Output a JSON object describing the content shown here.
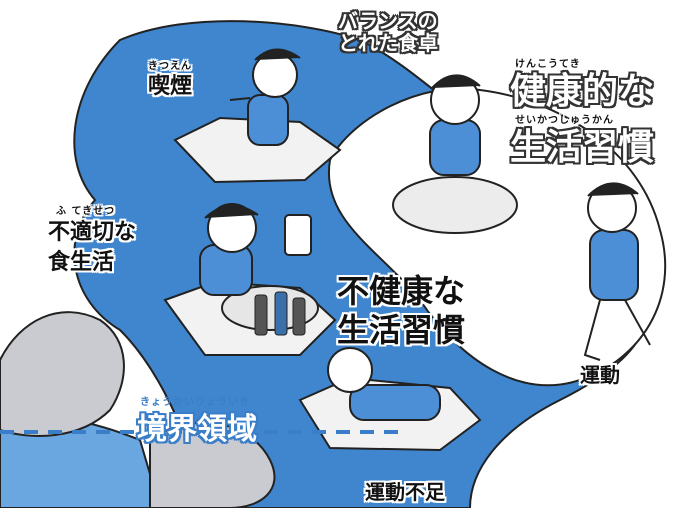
{
  "labels": {
    "balanced_table": "バランスの\nとれた食卓",
    "smoking_ruby": "きつえん",
    "smoking": "喫煙",
    "healthy_ruby": "けんこうてき",
    "healthy": "健康的な",
    "lifestyle_ruby": "せいかつしゅうかん",
    "lifestyle": "生活習慣",
    "bad_diet_ruby": "ふ てきせつ",
    "bad_diet_line1": "不適切な",
    "bad_diet_line2": "食生活",
    "unhealthy_line1": "不健康な",
    "unhealthy_line2": "生活習慣",
    "exercise": "運動",
    "boundary_ruby": "きょうかいりょういき",
    "boundary": "境界領域",
    "lack_of_exercise": "運動不足"
  },
  "colors": {
    "river": "#3f86cf",
    "river_shadow": "#2f6fb3",
    "shirt": "#4d8fd6",
    "rock": "#c9cbd0",
    "ice": "#f2f2f2",
    "line": "#222222"
  }
}
